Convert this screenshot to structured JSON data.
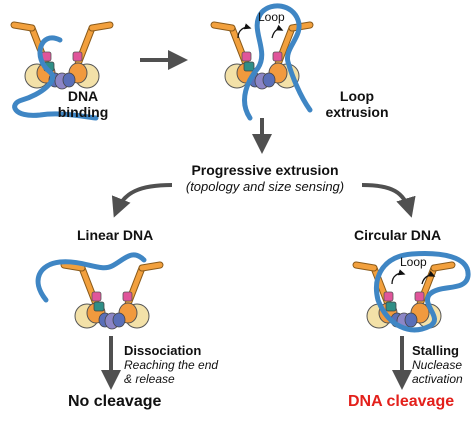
{
  "labels": {
    "step1_line1": "DNA",
    "step1_line2": "binding",
    "step2_loop": "Loop",
    "step2_line1": "Loop",
    "step2_line2": "extrusion",
    "progressive_title": "Progressive extrusion",
    "progressive_sub": "(topology and size sensing)",
    "linear_title": "Linear DNA",
    "circular_title": "Circular DNA",
    "circular_loop": "Loop",
    "dissociation_title": "Dissociation",
    "dissociation_sub1": "Reaching the end",
    "dissociation_sub2": "& release",
    "stalling_title": "Stalling",
    "stalling_sub1": "Nuclease",
    "stalling_sub2": "activation",
    "outcome_left": "No cleavage",
    "outcome_right": "DNA cleavage"
  },
  "colors": {
    "dna": "#3f86c4",
    "arm": "#f2a03d",
    "arm_outline": "#8a5a1a",
    "head_cream": "#f3e1a8",
    "head_orange": "#f19a3e",
    "magenta": "#e0559a",
    "teal": "#2f8f87",
    "kleisin_purple": "#8c86c6",
    "kleisin_blue": "#5a6fb8",
    "arrow": "#505050",
    "cleavage_red": "#e3201b"
  }
}
